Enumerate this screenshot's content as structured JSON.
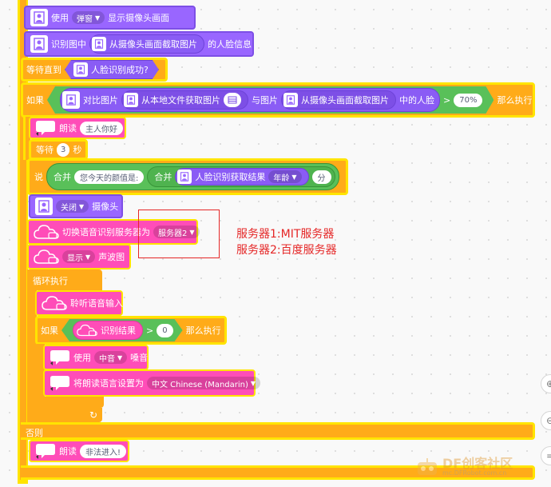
{
  "blocks": {
    "use_popup": {
      "label_use": "使用",
      "mode": "弹窗",
      "label_show": "显示摄像头画面"
    },
    "recognize": {
      "label_a": "识别图中",
      "capture": "从摄像头画面截取图片",
      "label_b": "的人脸信息"
    },
    "wait_until": {
      "label": "等待直到",
      "condition": "人脸识别成功?"
    },
    "if1": {
      "label": "如果",
      "compare": "对比图片",
      "local_file": "从本地文件获取图片",
      "with_image": "与图片",
      "capture": "从摄像头画面截取图片",
      "face_in": "中的人脸",
      "op": ">",
      "threshold": "70%",
      "then": "那么执行"
    },
    "speak1": {
      "label": "朗读",
      "text": "主人你好"
    },
    "wait": {
      "label": "等待",
      "value": "3",
      "unit": "秒"
    },
    "say": {
      "label": "说",
      "join1": "合并",
      "text1": "您今天的颜值是:",
      "join2": "合并",
      "face_result": "人脸识别获取结果",
      "attr": "年龄",
      "suffix": "分"
    },
    "camera": {
      "state": "关闭",
      "label": "摄像头"
    },
    "switch_server": {
      "label": "切换语音识别服务器为",
      "server": "服务器2"
    },
    "waveform": {
      "state": "显示",
      "label": "声波图"
    },
    "loop": {
      "label": "循环执行"
    },
    "listen": {
      "label": "聆听语音输入"
    },
    "if2": {
      "label": "如果",
      "result": "识别结果",
      "op": ">",
      "value": "0",
      "then": "那么执行"
    },
    "use_voice": {
      "label": "使用",
      "voice": "中音",
      "suffix": "嗓音"
    },
    "set_lang": {
      "label": "将朗读语言设置为",
      "lang": "中文 Chinese (Mandarin)"
    },
    "else": {
      "label": "否则"
    },
    "speak2": {
      "label": "朗读",
      "text": "非法进入!"
    }
  },
  "annotation": {
    "line1": "服务器1:MIT服务器",
    "line2": "服务器2:百度服务器"
  },
  "side_buttons": {
    "b3": "="
  },
  "watermark": {
    "brand": "DF创客社区",
    "url": "mc.DFRobot.com.cn"
  },
  "colors": {
    "control": "#ffab19",
    "highlight": "#ffe400",
    "face": "#9966ff",
    "speech": "#ff4db8",
    "operator": "#59c059",
    "annotation": "#e52727"
  }
}
